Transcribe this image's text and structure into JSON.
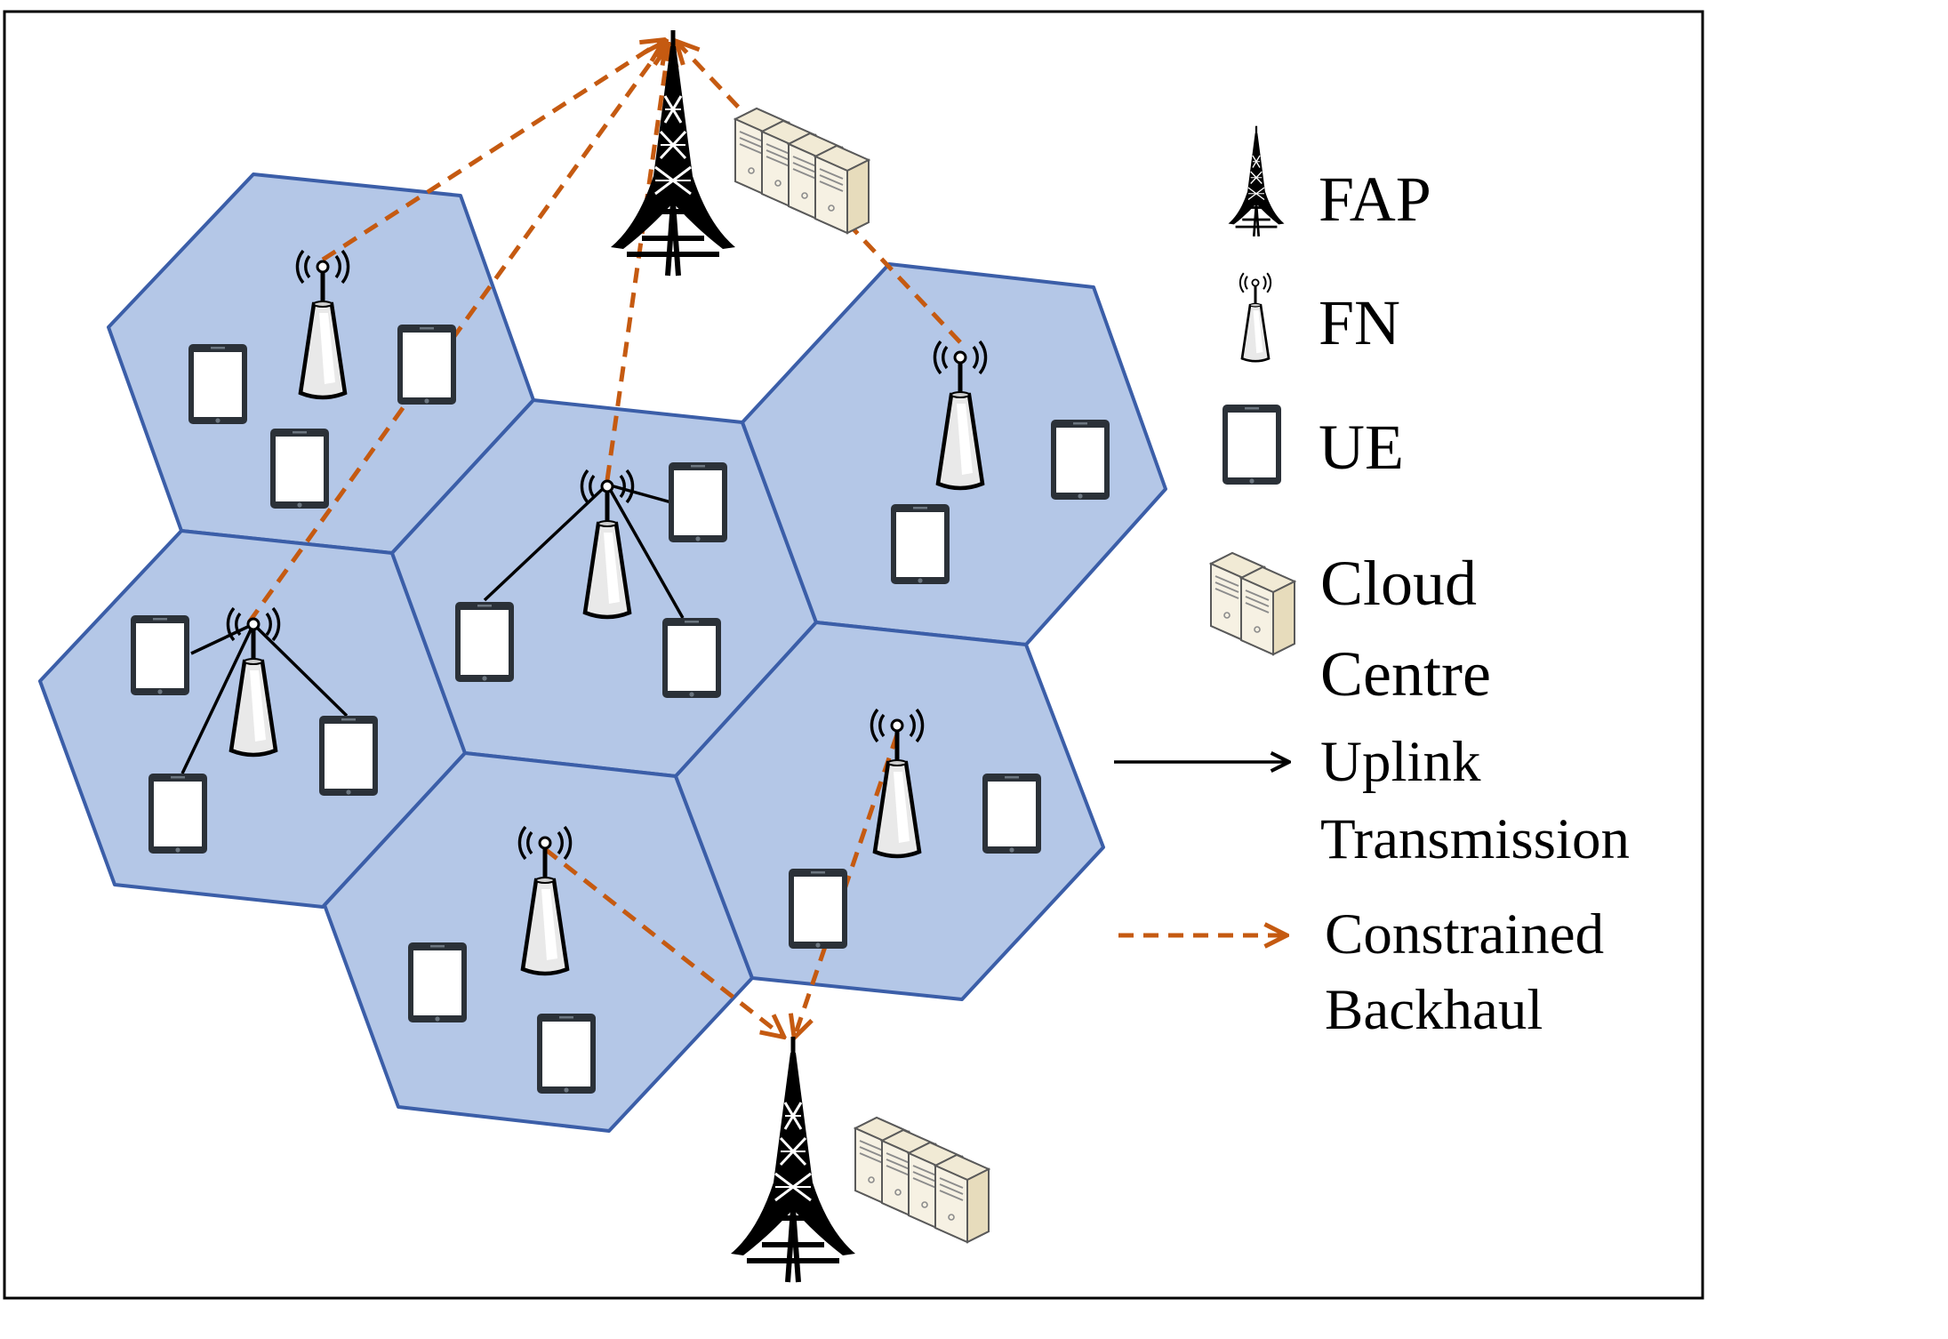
{
  "legend": {
    "fap": "FAP",
    "fn": "FN",
    "ue": "UE",
    "cloud_line1": "Cloud",
    "cloud_line2": "Centre",
    "uplink_line1": "Uplink",
    "uplink_line2": "Transmission",
    "backhaul_line1": "Constrained",
    "backhaul_line2": "Backhaul"
  },
  "colors": {
    "cell_fill": "#b4c7e7",
    "cell_border": "#3b5ea8",
    "backhaul": "#c55a11",
    "uplink": "#000000",
    "frame": "#000000"
  },
  "icons": {
    "fap": "tower-icon",
    "fn": "antenna-icon",
    "ue": "tablet-icon",
    "cloud": "server-icon"
  }
}
